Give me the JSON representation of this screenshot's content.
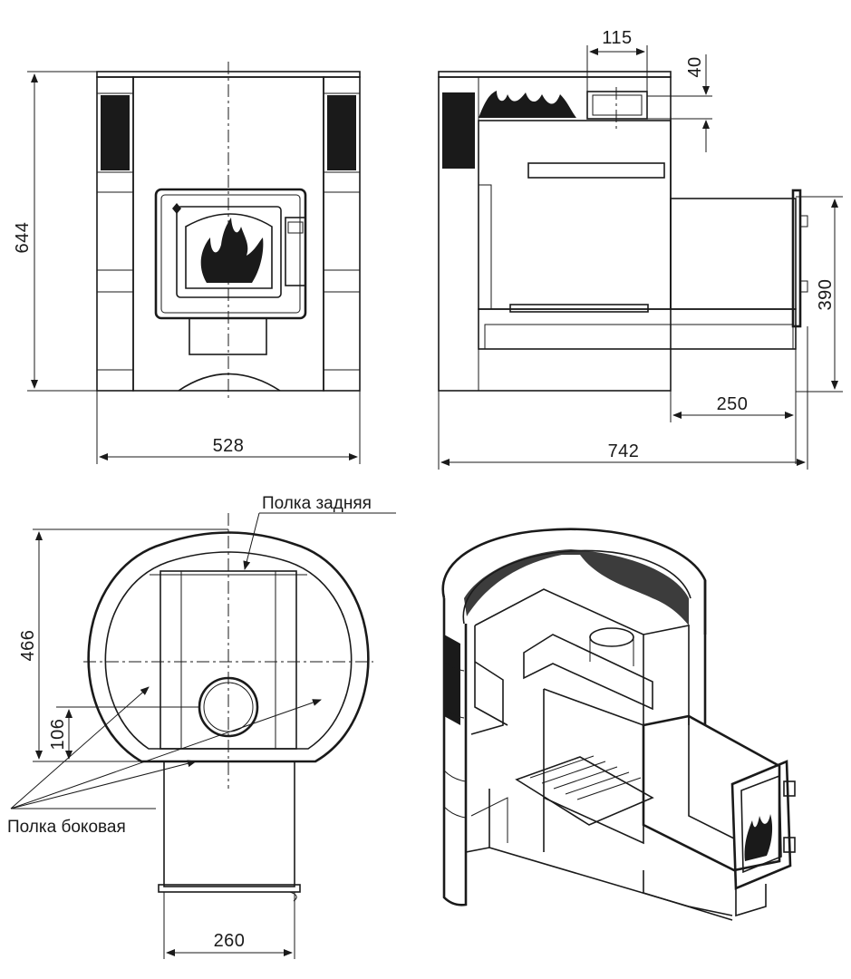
{
  "dimensions": {
    "front_height": "644",
    "front_width": "528",
    "side_top_hole": "115",
    "side_top_depth": "40",
    "side_fire_channel_height": "390",
    "side_fire_channel_length": "250",
    "side_total_length": "742",
    "plan_depth": "466",
    "plan_offset": "106",
    "plan_channel_width": "260"
  },
  "labels": {
    "back_shelf": "Полка задняя",
    "side_shelf": "Полка боковая"
  },
  "colors": {
    "line": "#1a1a1a",
    "background": "#ffffff"
  }
}
